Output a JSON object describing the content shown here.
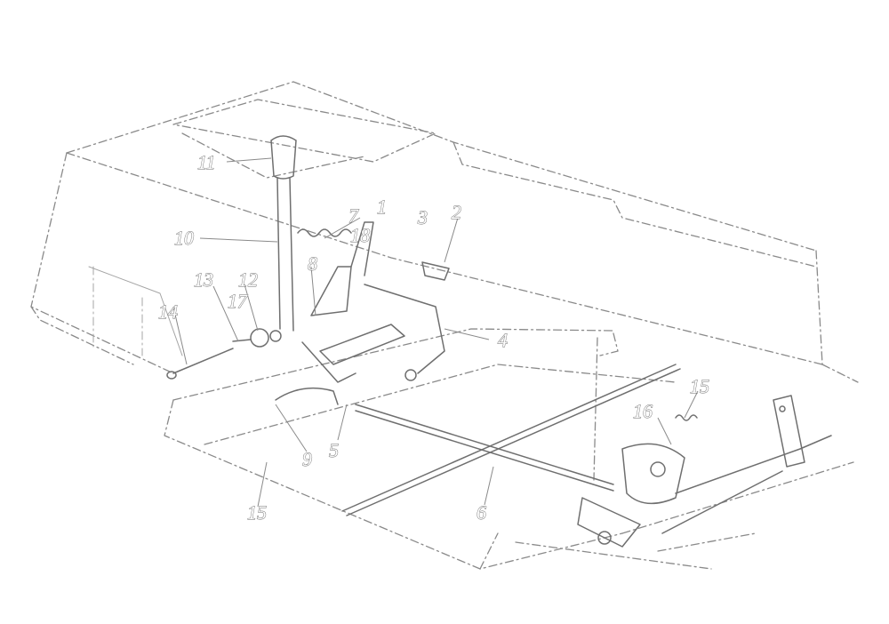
{
  "callouts": [
    {
      "id": "c1",
      "text": "1"
    },
    {
      "id": "c2",
      "text": "2"
    },
    {
      "id": "c3",
      "text": "3"
    },
    {
      "id": "c4",
      "text": "4"
    },
    {
      "id": "c5",
      "text": "5"
    },
    {
      "id": "c6",
      "text": "6"
    },
    {
      "id": "c7",
      "text": "7"
    },
    {
      "id": "c8",
      "text": "8"
    },
    {
      "id": "c9",
      "text": "9"
    },
    {
      "id": "c10",
      "text": "10"
    },
    {
      "id": "c11",
      "text": "11"
    },
    {
      "id": "c12",
      "text": "12"
    },
    {
      "id": "c13",
      "text": "13"
    },
    {
      "id": "c14",
      "text": "14"
    },
    {
      "id": "c15a",
      "text": "15"
    },
    {
      "id": "c15b",
      "text": "15"
    },
    {
      "id": "c16",
      "text": "16"
    },
    {
      "id": "c17",
      "text": "17"
    },
    {
      "id": "c18",
      "text": "18"
    }
  ]
}
